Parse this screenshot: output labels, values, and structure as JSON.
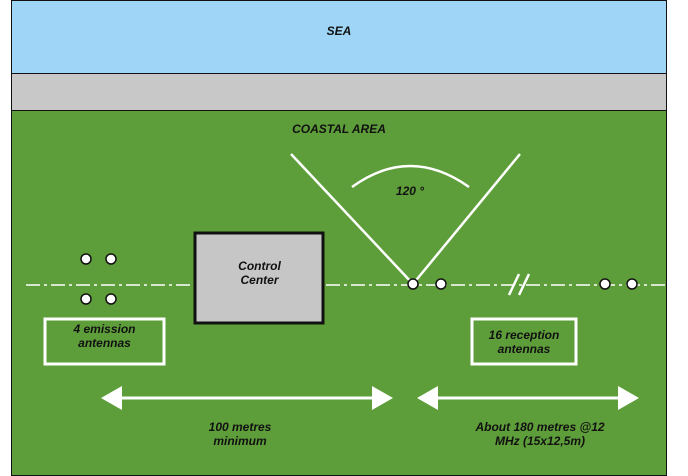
{
  "zones": {
    "sea": {
      "label": "SEA",
      "color": "#9fd6f7"
    },
    "beach": {
      "color": "#c8c8c8"
    },
    "coast": {
      "label": "COASTAL AREA",
      "color": "#5e9e3a"
    }
  },
  "reception_angle": {
    "label": "120 °"
  },
  "control_center": {
    "label_line1": "Control",
    "label_line2": "Center",
    "color": "#c6c6c6"
  },
  "emission": {
    "label_line1": "4 emission",
    "label_line2": "antennas"
  },
  "reception": {
    "label_line1": "16 reception",
    "label_line2": "antennas"
  },
  "distances": {
    "emission_to_reception": {
      "line1": "100 metres",
      "line2": "minimum"
    },
    "reception_array": {
      "line1": "About 180 metres @12",
      "line2": "MHz (15x12,5m)"
    }
  }
}
